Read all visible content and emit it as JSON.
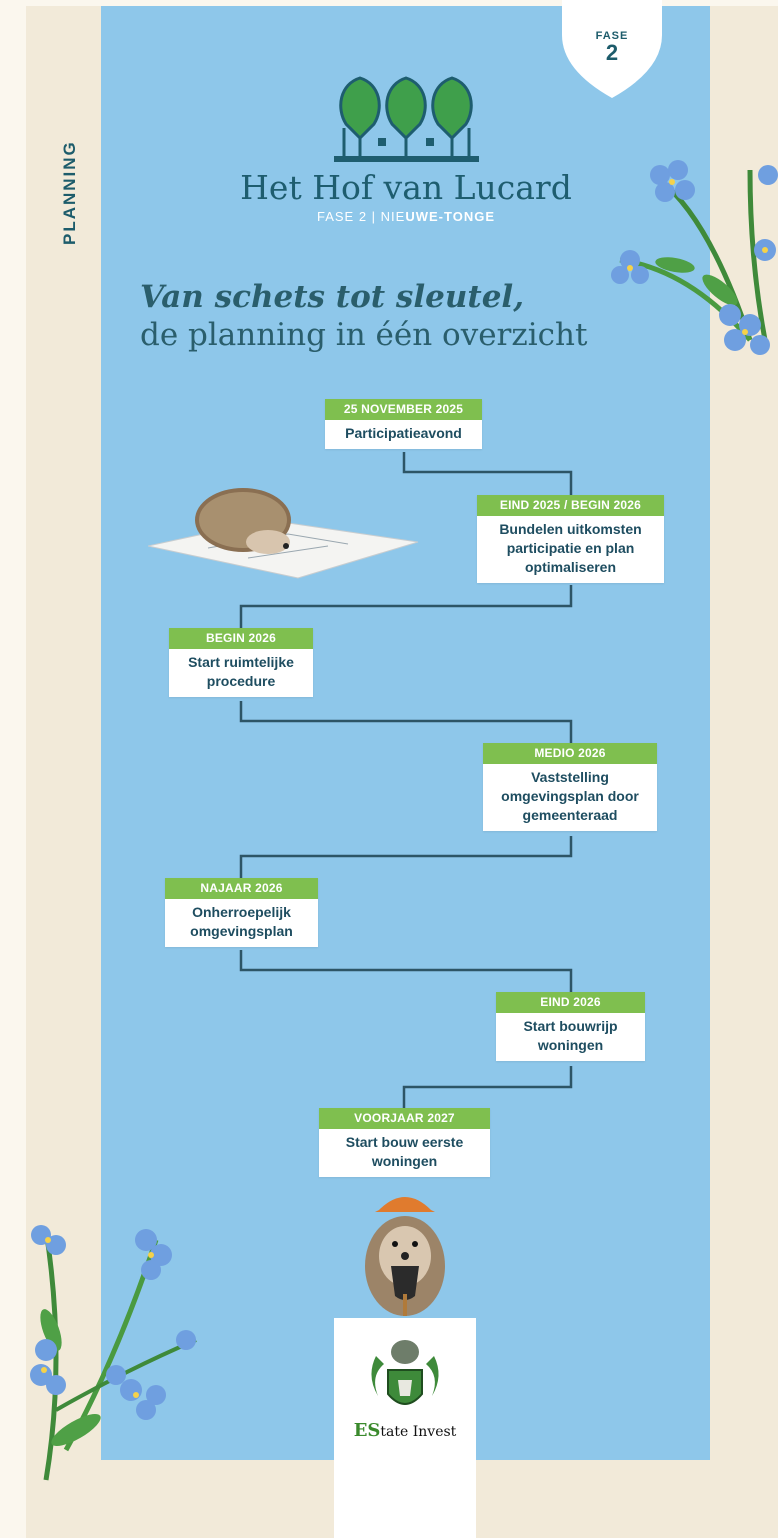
{
  "side_label": "PLANNING",
  "badge": {
    "small": "FASE",
    "big": "2"
  },
  "brand": {
    "title": "Het Hof van Lucard",
    "subtitle_prefix": "FASE 2  |  NIE",
    "subtitle_bold": "UWE-TONGE"
  },
  "headline": {
    "line1": "Van schets tot sleutel,",
    "line2": "de planning in één overzicht"
  },
  "steps": [
    {
      "date": "25 NOVEMBER 2025",
      "label": "Participatieavond"
    },
    {
      "date": "EIND 2025 / BEGIN 2026",
      "label": "Bundelen uitkomsten participatie en plan optimaliseren"
    },
    {
      "date": "BEGIN 2026",
      "label": "Start ruimtelijke procedure"
    },
    {
      "date": "MEDIO 2026",
      "label": "Vaststelling omgevingsplan door gemeenteraad"
    },
    {
      "date": "NAJAAR 2026",
      "label": "Onherroepelijk omgevingsplan"
    },
    {
      "date": "EIND 2026",
      "label": "Start bouwrijp woningen"
    },
    {
      "date": "VOORJAAR 2027",
      "label": "Start bouw eerste woningen"
    }
  ],
  "sponsor": {
    "prefix": "ES",
    "rest": "tate Invest"
  },
  "colors": {
    "panel": "#8ec7ea",
    "accent_green": "#7fbf4f",
    "dark_teal": "#1e5d6f",
    "line": "#2d5566"
  }
}
